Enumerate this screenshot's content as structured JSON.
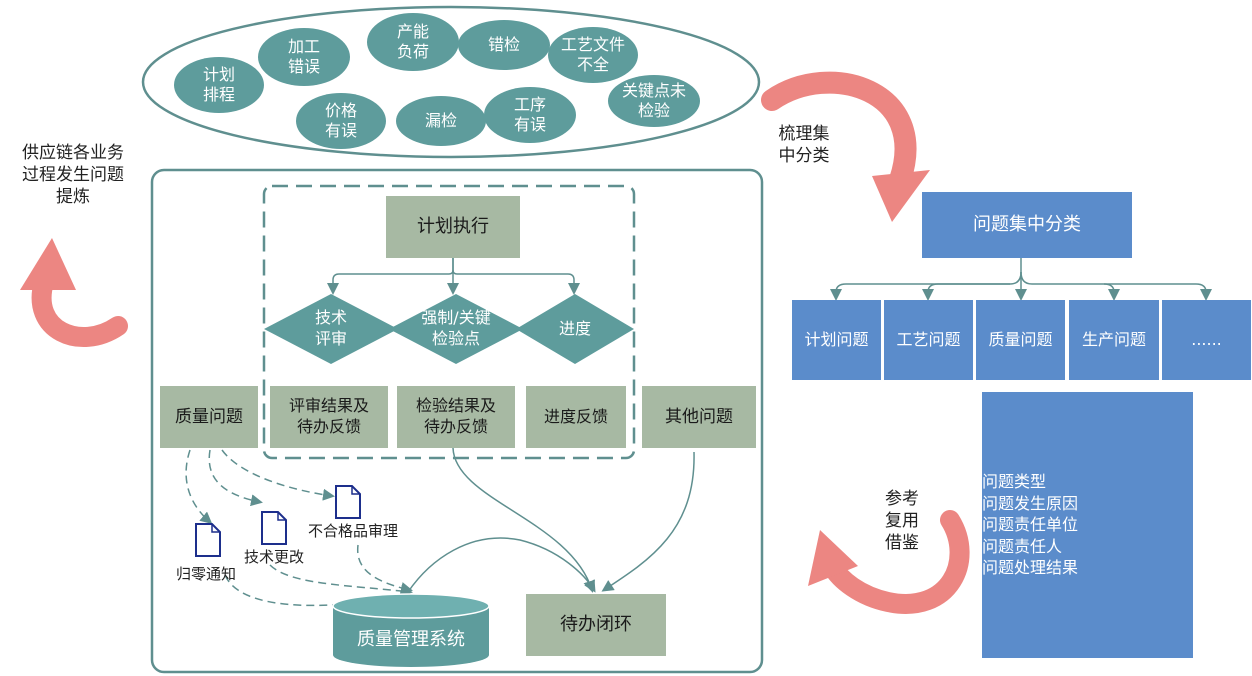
{
  "issues_ellipse": {
    "items": [
      {
        "line1": "计划",
        "line2": "排程"
      },
      {
        "line1": "加工",
        "line2": "错误"
      },
      {
        "line1": "产能",
        "line2": "负荷"
      },
      {
        "line1": "错检",
        "line2": ""
      },
      {
        "line1": "工艺文件",
        "line2": "不全"
      },
      {
        "line1": "价格",
        "line2": "有误"
      },
      {
        "line1": "漏检",
        "line2": ""
      },
      {
        "line1": "工序",
        "line2": "有误"
      },
      {
        "line1": "关键点未",
        "line2": "检验"
      }
    ]
  },
  "left_label": {
    "line1": "供应链各业务",
    "line2": "过程发生问题",
    "line3": "提炼"
  },
  "top_right_label": {
    "line1": "梳理集",
    "line2": "中分类"
  },
  "bottom_right_label": {
    "line1": "参考",
    "line2": "复用",
    "line3": "借鉴"
  },
  "flow": {
    "plan": "计划执行",
    "diamonds": [
      {
        "line1": "技术",
        "line2": "评审"
      },
      {
        "line1": "强制/关键",
        "line2": "检验点"
      },
      {
        "line1": "进度",
        "line2": ""
      }
    ],
    "feedback": [
      {
        "line1": "评审结果及",
        "line2": "待办反馈"
      },
      {
        "line1": "检验结果及",
        "line2": "待办反馈"
      },
      {
        "line1": "进度反馈",
        "line2": ""
      }
    ],
    "quality_issue": "质量问题",
    "other_issue": "其他问题",
    "docs": [
      "归零通知",
      "技术更改",
      "不合格品审理"
    ],
    "system": "质量管理系统",
    "closure": "待办闭环"
  },
  "classification": {
    "root": "问题集中分类",
    "children": [
      "计划问题",
      "工艺问题",
      "质量问题",
      "生产问题",
      "......"
    ],
    "details": [
      "问题类型",
      "问题发生原因",
      "问题责任单位",
      "问题责任人",
      "问题处理结果"
    ]
  },
  "colors": {
    "teal": "#5e9c9c",
    "gray_box": "#a7b9a3",
    "blue_box": "#5b8ccb",
    "salmon_arrow": "#ec8682",
    "outline": "#5f8f8f"
  }
}
